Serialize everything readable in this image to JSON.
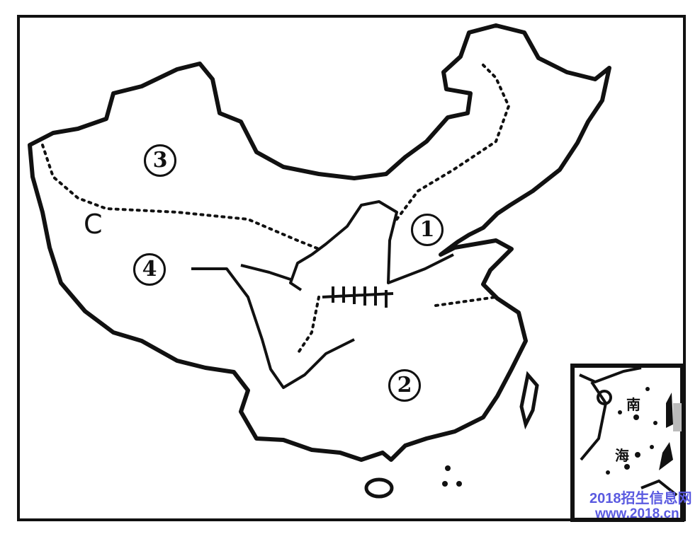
{
  "map": {
    "region_labels": [
      "1",
      "2",
      "3",
      "4"
    ],
    "point_label": "C",
    "inset": {
      "label_top": "南",
      "label_bottom": "海"
    }
  },
  "watermark": {
    "line1": "2018招生信息网",
    "line2": "www.2018.cn"
  },
  "colors": {
    "ink": "#111111",
    "watermark": "#5a5ae0",
    "background": "#ffffff"
  }
}
